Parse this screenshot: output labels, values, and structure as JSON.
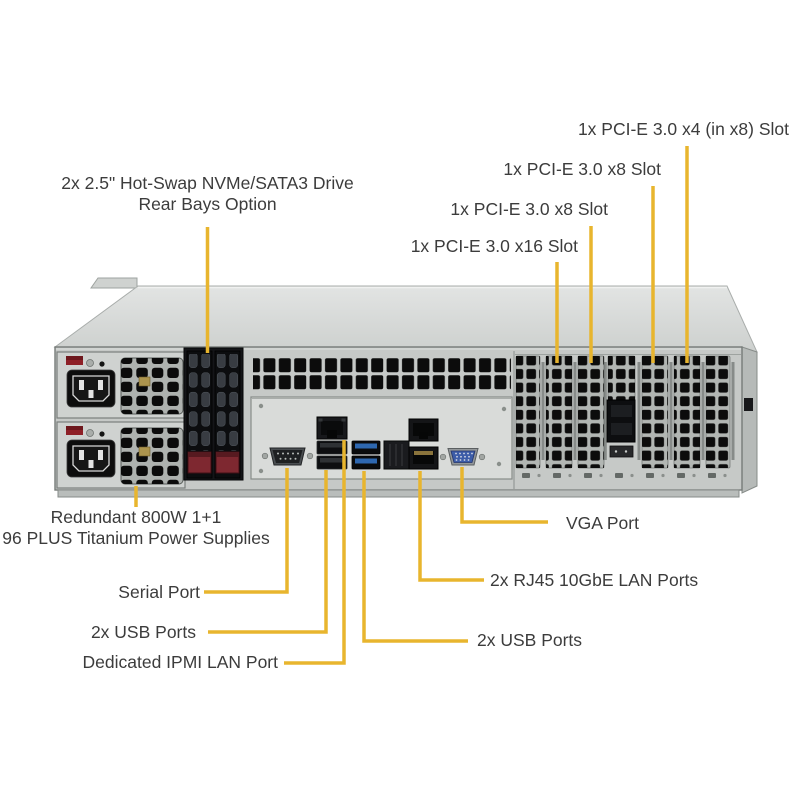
{
  "colors": {
    "callout": "#E8B52E",
    "label_text": "#3C3C3C",
    "chassis_lid": "#D7D9D8",
    "chassis_panel": "#C6C9C7",
    "io_panel": "#D9DBD9",
    "usb3_blue": "#2E67B0",
    "vga_blue": "#3D5CA8",
    "latch_red": "#7E2830"
  },
  "labels": {
    "pcie_x4": "1x PCI-E 3.0 x4 (in x8) Slot",
    "pcie_x8_upper": "1x PCI-E 3.0 x8 Slot",
    "pcie_x8_lower": "1x PCI-E 3.0 x8 Slot",
    "pcie_x16": "1x PCI-E 3.0 x16 Slot",
    "rear_bays": {
      "line1": "2x 2.5\" Hot-Swap NVMe/SATA3 Drive",
      "line2": "Rear Bays Option"
    },
    "psu": {
      "line1": "Redundant 800W 1+1",
      "line2": "96 PLUS Titanium Power Supplies"
    },
    "serial": "Serial Port",
    "usb_left": "2x USB Ports",
    "ipmi": "Dedicated IPMI LAN Port",
    "vga": "VGA Port",
    "lan": "2x RJ45 10GbE LAN Ports",
    "usb_right": "2x USB Ports"
  }
}
